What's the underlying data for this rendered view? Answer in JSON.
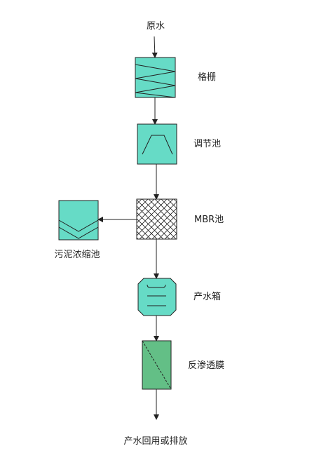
{
  "colors": {
    "unit_fill": "#66dbc6",
    "membrane_fill": "#63bf86",
    "stroke": "#222222",
    "background": "#ffffff"
  },
  "labels": {
    "raw_water": "原水",
    "screen": "格栅",
    "equalization_tank": "调节池",
    "mbr_tank": "MBR池",
    "sludge_thickener": "污泥浓缩池",
    "product_water_tank": "产水箱",
    "ro_membrane": "反渗透膜",
    "output": "产水回用或排放"
  },
  "icons": {
    "screen": "zigzag-screen-icon",
    "equalization_tank": "trapezoid-icon",
    "mbr_tank": "crosshatch-icon",
    "sludge_thickener": "chevron-sludge-icon",
    "product_water_tank": "tank-lines-icon",
    "ro_membrane": "diagonal-membrane-icon"
  }
}
